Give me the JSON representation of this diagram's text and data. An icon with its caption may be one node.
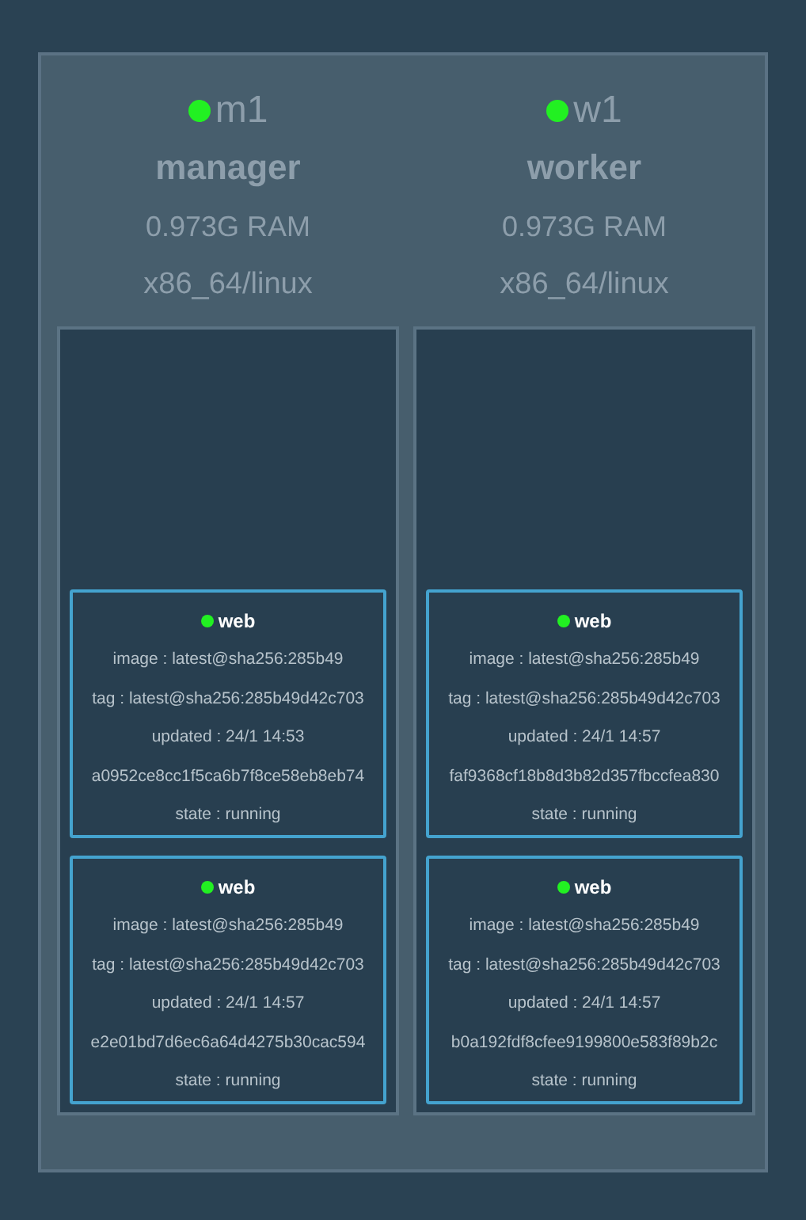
{
  "diagram": {
    "nodes": [
      {
        "text": [],
        "shape": "box"
      },
      {
        "text": [
          "m1",
          "manager",
          "0.973G RAM",
          "x86_64/linux"
        ],
        "in": 0
      },
      {
        "text": [
          "web",
          "image : latest@sha256:285b49",
          "tag : latest@sha256:285b49d42c703",
          "updated : 24/1 14:53",
          "a0952ce8cc1f5ca6b7f8ce58eb8eb74",
          "state : running"
        ],
        "in": 1
      },
      {
        "text": [
          "web",
          "image : latest@sha256:285b49",
          "tag : latest@sha256:285b49d42c703",
          "updated : 24/1 14:57",
          "e2e01bd7d6ec6a64d4275b30cac594",
          "state : running"
        ],
        "in": 1
      },
      {
        "text": [
          "w1",
          "worker",
          "0.973G RAM",
          "x86_64/linux"
        ],
        "in": 0
      },
      {
        "text": [
          "web",
          "image : latest@sha256:285b49",
          "tag : latest@sha256:285b49d42c703",
          "updated : 24/1 14:57",
          "faf9368cf18b8d3b82d357fbccfea830",
          "state : running"
        ],
        "in": 4
      },
      {
        "text": [
          "web",
          "image : latest@sha256:285b49",
          "tag : latest@sha256:285b49d42c703",
          "updated : 24/1 14:57",
          "b0a192fdf8cfee9199800e583f89b2c",
          "state : running"
        ],
        "in": 4
      }
    ],
    "edges": []
  }
}
